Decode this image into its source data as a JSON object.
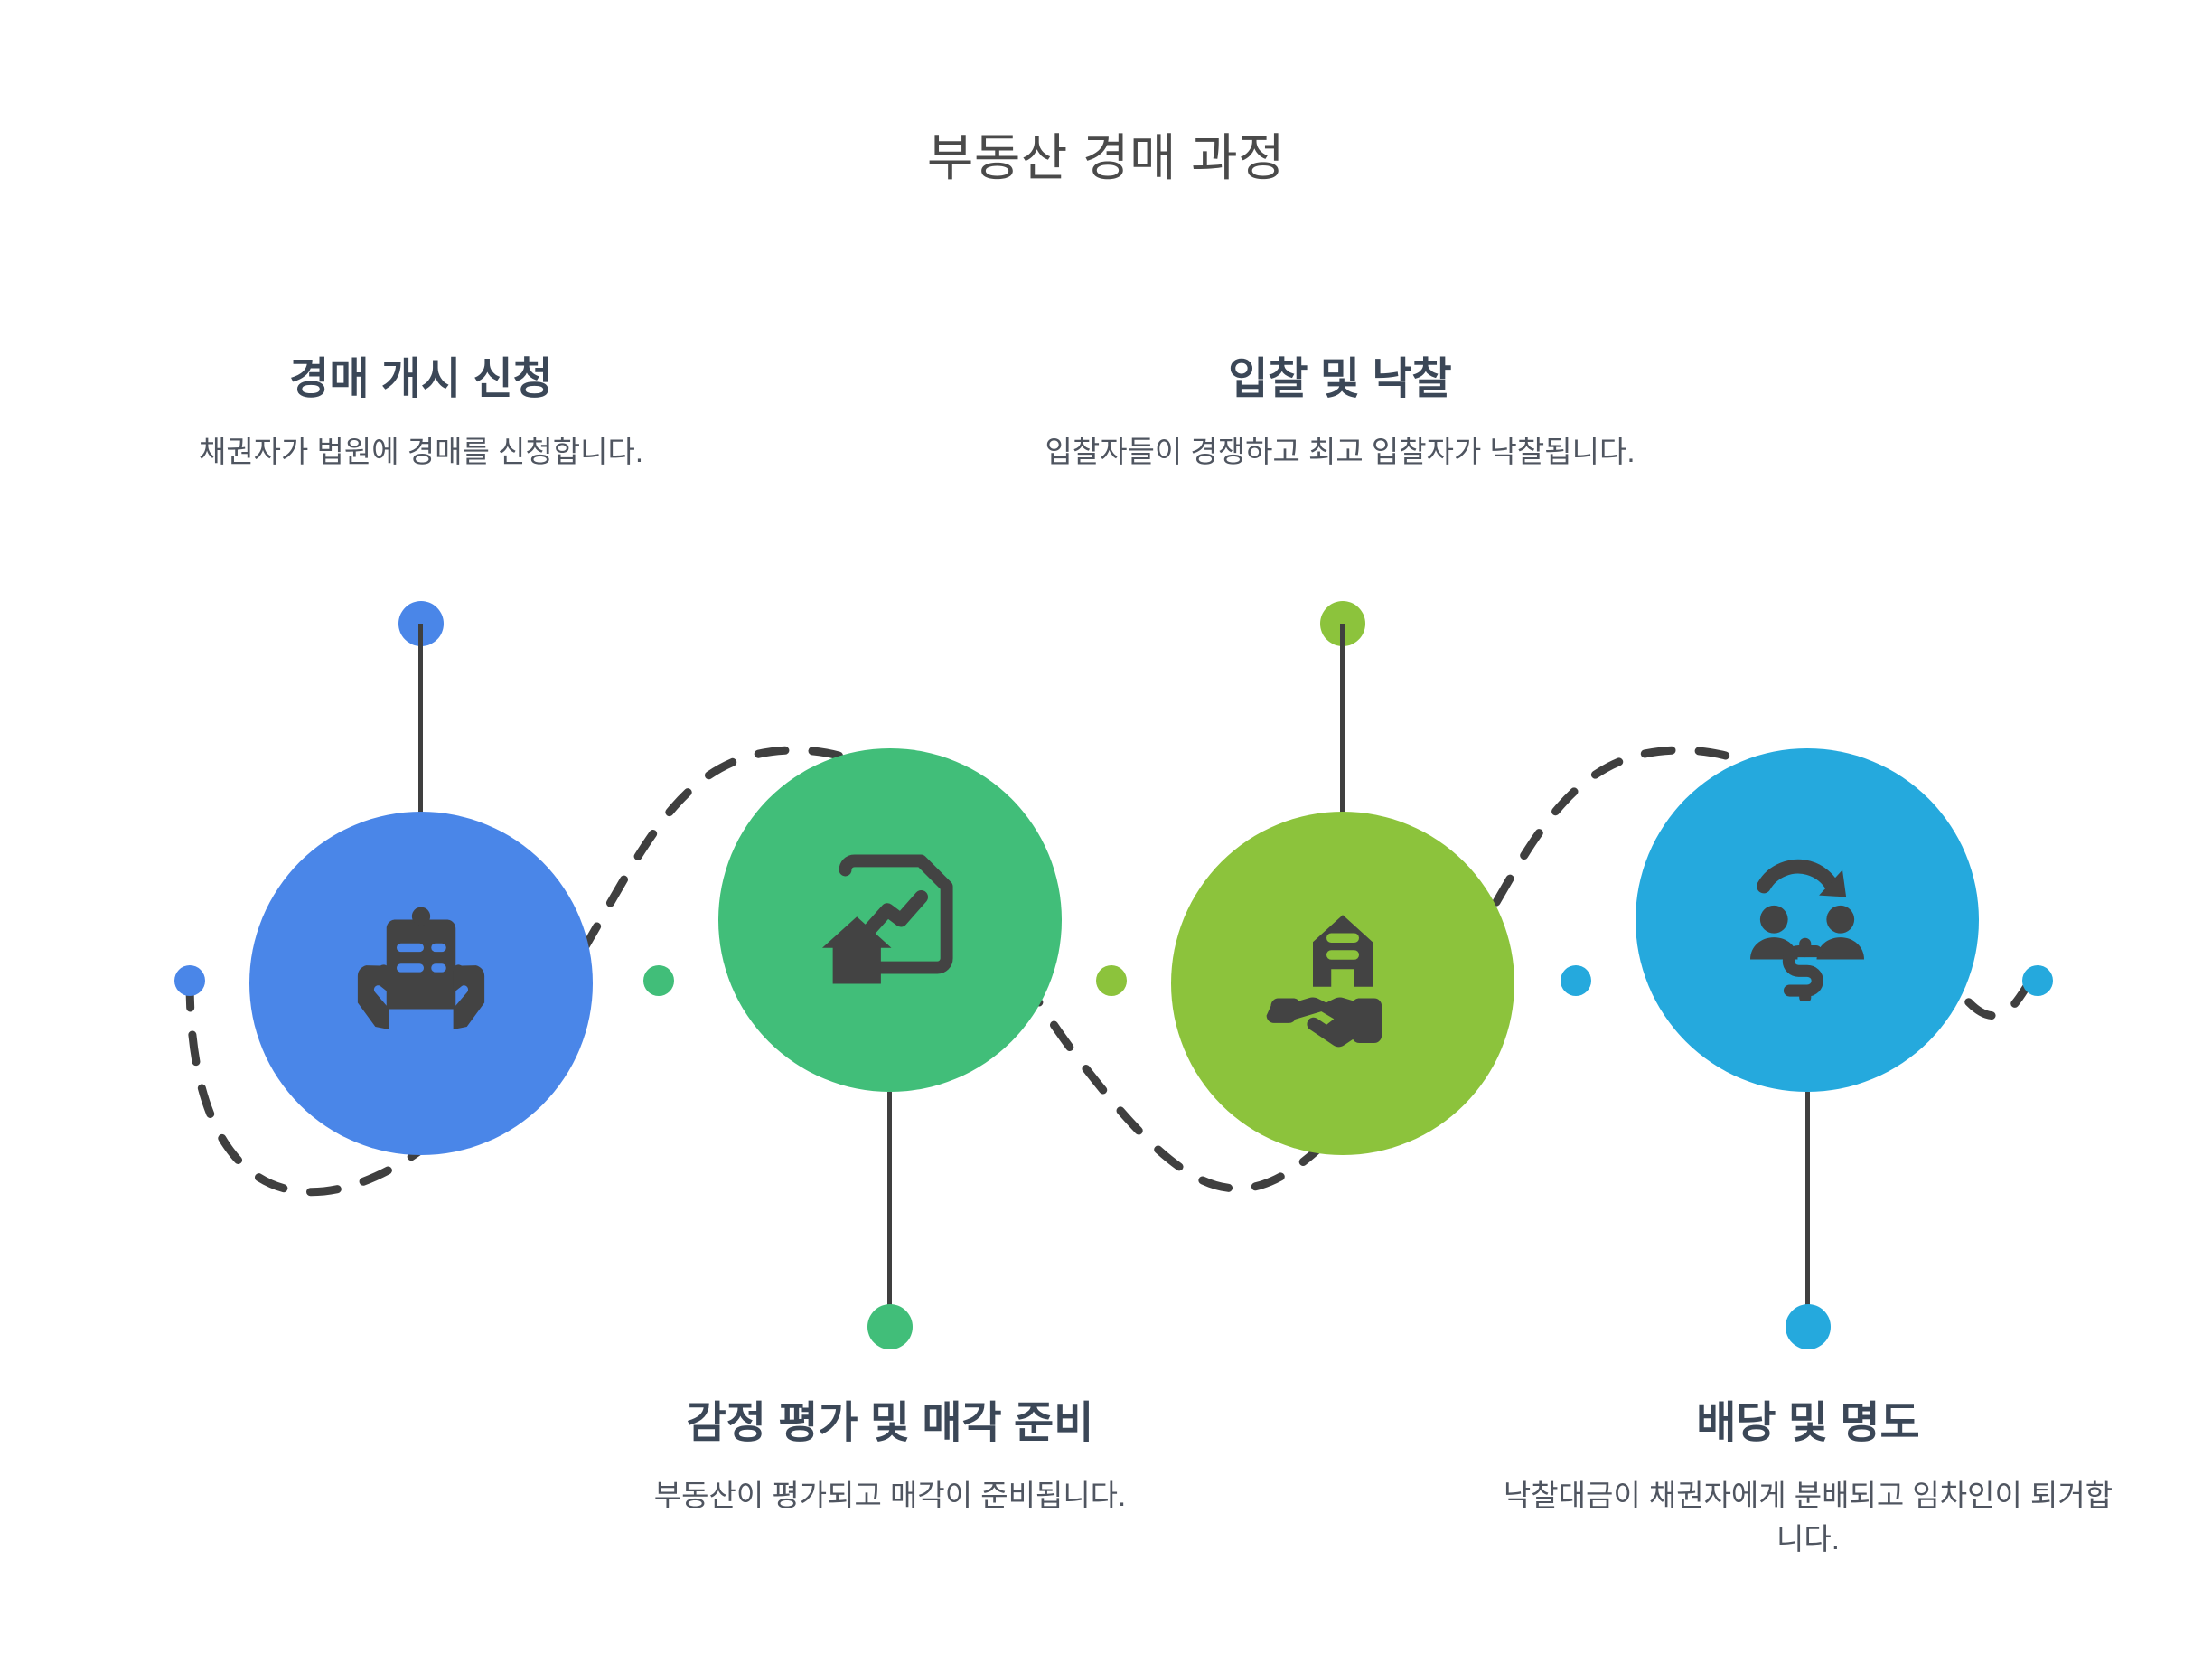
{
  "title": "부동산 경매 과정",
  "palette": {
    "step1": "#4a86e8",
    "step2": "#41be79",
    "step3": "#8cc33c",
    "step4": "#25a9dd",
    "path": "#3f3f3f",
    "heading": "#3b4757",
    "body": "#4f5560",
    "title": "#4a4a4a",
    "background": "#ffffff",
    "icon": "#434343"
  },
  "steps": [
    {
      "index": 1,
      "title": "경매 개시 신청",
      "description": "채권자가 법원에 경매를 신청합니다.",
      "color": "#4a86e8",
      "icon": "hands-holding-document-icon",
      "position": "above"
    },
    {
      "index": 2,
      "title": "감정 평가 및 매각 준비",
      "description": "부동산이 평가되고 매각이 준비됩니다.",
      "color": "#41be79",
      "icon": "house-appraisal-chart-icon",
      "position": "below"
    },
    {
      "index": 3,
      "title": "입찰 및 낙찰",
      "description": "입찰자들이 경쟁하고 최고 입찰자가 낙찰됩니다.",
      "color": "#8cc33c",
      "icon": "house-handshake-icon",
      "position": "above"
    },
    {
      "index": 4,
      "title": "배당 및 명도",
      "description": "낙찰대금이 채권자에게 분배되고 임차인이 퇴거합니다.",
      "color": "#25a9dd",
      "icon": "people-money-transfer-icon",
      "position": "below"
    }
  ]
}
